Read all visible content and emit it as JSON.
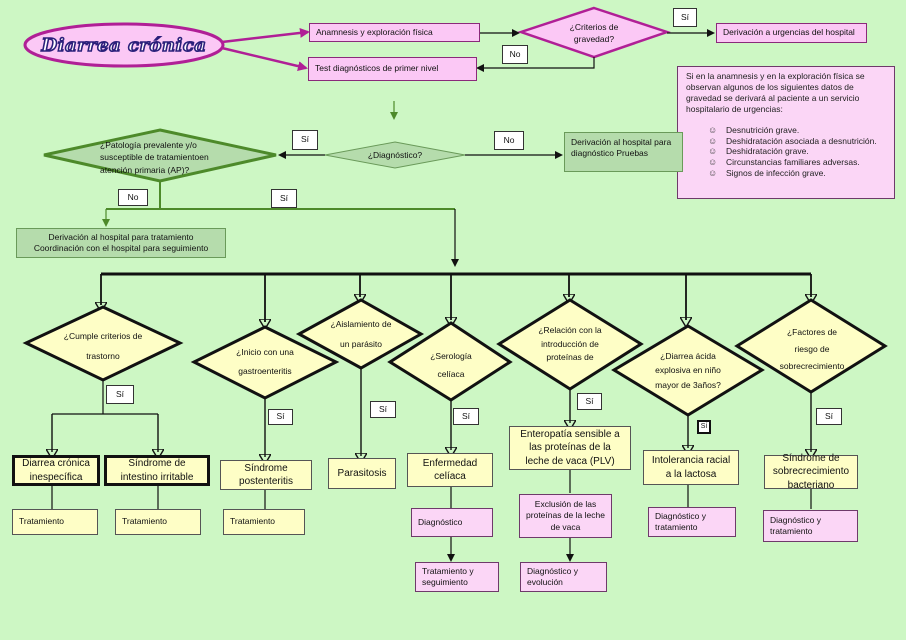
{
  "title": "Diarrea crónica",
  "top": {
    "anamnesis": "Anamnesis y exploración física",
    "test": "Test diagnósticos de primer nivel",
    "criterios": "¿Criterios de gravedad?",
    "si": "Sí",
    "no": "No",
    "derivacion_urgencias": "Derivación a urgencias del hospital"
  },
  "info": {
    "intro": "Si en la anamnesis y en la exploración física se observan algunos de los siguientes datos de gravedad se derivará al paciente a un servicio hospitalario de urgencias:",
    "items": [
      {
        "icon": "smiley-icon",
        "text": "Desnutrición grave."
      },
      {
        "icon": "smiley-icon",
        "text": "Deshidratación asociada a desnutrición."
      },
      {
        "icon": "smiley-icon",
        "text": "Deshidratación grave."
      },
      {
        "icon": "smiley-icon",
        "text": "Circunstancias familiares adversas."
      },
      {
        "icon": "smiley-icon",
        "text": "Signos de infección grave."
      }
    ]
  },
  "middle": {
    "patologia": "¿Patología prevalente y/o susceptible de tratamientoen atención primaria (AP)?",
    "diagnostico": "¿Diagnóstico?",
    "si": "Sí",
    "no": "No",
    "no2": "No",
    "si2": "Sí",
    "derivacion_diag": "Derivación al hospital para diagnóstico Pruebas",
    "derivacion_trat_1": "Derivación al hospital para tratamiento",
    "derivacion_trat_2": "Coordinación con el hospital para seguimiento"
  },
  "branches": [
    {
      "question": "¿Cumple criterios de trastorno",
      "si": "Sí"
    },
    {
      "question": "¿Inicio con una gastroenteritis",
      "si": "Sí"
    },
    {
      "question": "¿Aislamiento de un parásito",
      "si": "Sí"
    },
    {
      "question": "¿Serología celíaca",
      "si": "Sí"
    },
    {
      "question": "¿Relación con la introducción de proteínas de",
      "si": "Sí"
    },
    {
      "question": "¿Diarrea ácida explosiva en niño mayor de 3años?",
      "si": "Sí"
    },
    {
      "question": "¿Factores de riesgo de sobrecrecimiento",
      "si": "Sí"
    }
  ],
  "results": {
    "diarrea_inespecifica": "Diarrea crónica inespecífica",
    "intestino_irritable": "Síndrome de intestino irritable",
    "postenteritis": "Síndrome postenteritis",
    "parasitosis": "Parasitosis",
    "celiaca": "Enfermedad celíaca",
    "plv": "Enteropatía sensible a las proteínas de la leche de vaca (PLV)",
    "lactosa": "Intolerancia racial a la lactosa",
    "sobrecrecimiento": "Síndrome de sobrecrecimiento bacteriano"
  },
  "followups": {
    "tratamiento": "Tratamiento",
    "diagnostico": "Diagnóstico",
    "tratamiento_seguimiento": "Tratamiento y seguimiento",
    "exclusion": "Exclusión de las proteínas de la leche de vaca",
    "diagnostico_evolucion": "Diagnóstico y evolución",
    "diagnostico_tratamiento": "Diagnóstico y tratamiento"
  },
  "colors": {
    "background": "#cdf7c4",
    "magenta": "#b01f96",
    "pink_box": "#fbc8f5",
    "yellow_box": "#fefec6",
    "green_dark": "#4d8a2a",
    "green_box": "#b5dcac"
  }
}
